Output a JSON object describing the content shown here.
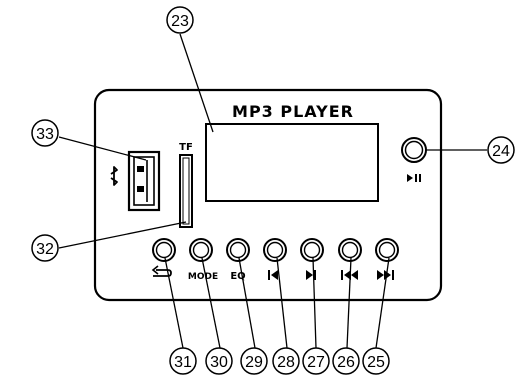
{
  "panel": {
    "title": "MP3 PLAYER",
    "tf_label": "TF"
  },
  "buttons": {
    "mode": "MODE",
    "eq": "EQ"
  },
  "icons": {
    "bluetooth": "bluetooth-icon",
    "repeat": "repeat-icon",
    "prev": "previous-icon",
    "next": "next-icon",
    "rewind": "rewind-icon",
    "fast_forward": "fast-forward-icon",
    "play_pause": "play-pause-icon"
  },
  "callouts": {
    "c23": "23",
    "c24": "24",
    "c25": "25",
    "c26": "26",
    "c27": "27",
    "c28": "28",
    "c29": "29",
    "c30": "30",
    "c31": "31",
    "c32": "32",
    "c33": "33"
  }
}
